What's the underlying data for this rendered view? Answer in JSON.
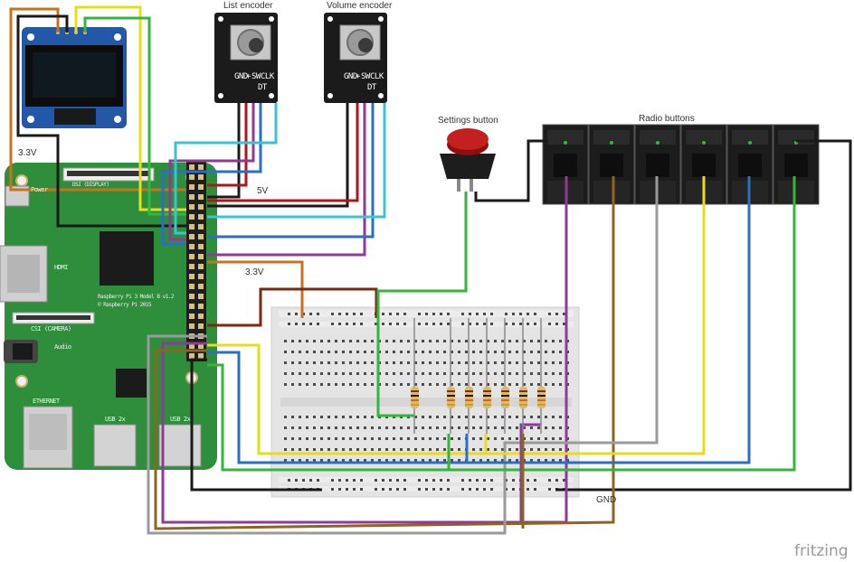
{
  "labels": {
    "list_encoder": "List encoder",
    "volume_encoder": "Volume encoder",
    "settings_button": "Settings button",
    "radio_buttons": "Radio buttons",
    "v33_left": "3.3V",
    "v33_mid": "3.3V",
    "v5": "5V",
    "gnd": "GND",
    "power": "Power",
    "hdmi": "HDMI",
    "audio": "Audio",
    "ethernet": "ETHERNET",
    "usb_a": "USB 2x",
    "usb_b": "USB 2x",
    "csi": "CSI (CAMERA)",
    "dsi": "DSI (DISPLAY)",
    "pi_model": "Raspberry Pi 3 Model B v1.2",
    "pi_copy": "© Raspberry Pi 2015",
    "fritzing": "fritzing"
  },
  "encoder_pins": [
    "GND",
    "+",
    "SW",
    "DT",
    "CLK"
  ],
  "colors": {
    "pcb": "#2f8e3c",
    "wire_red": "#b0151c",
    "wire_black": "#1a1a1a",
    "wire_purple": "#8e3a96",
    "wire_blue": "#2a6fc4",
    "wire_cyan": "#3bc3d4",
    "wire_green": "#35b53d",
    "wire_yellow": "#e8dd1c",
    "wire_orange": "#c8731c",
    "wire_brown": "#8d6520",
    "wire_darkred": "#7a2810",
    "wire_gray": "#9a9a9a",
    "button_red": "#c42020"
  }
}
